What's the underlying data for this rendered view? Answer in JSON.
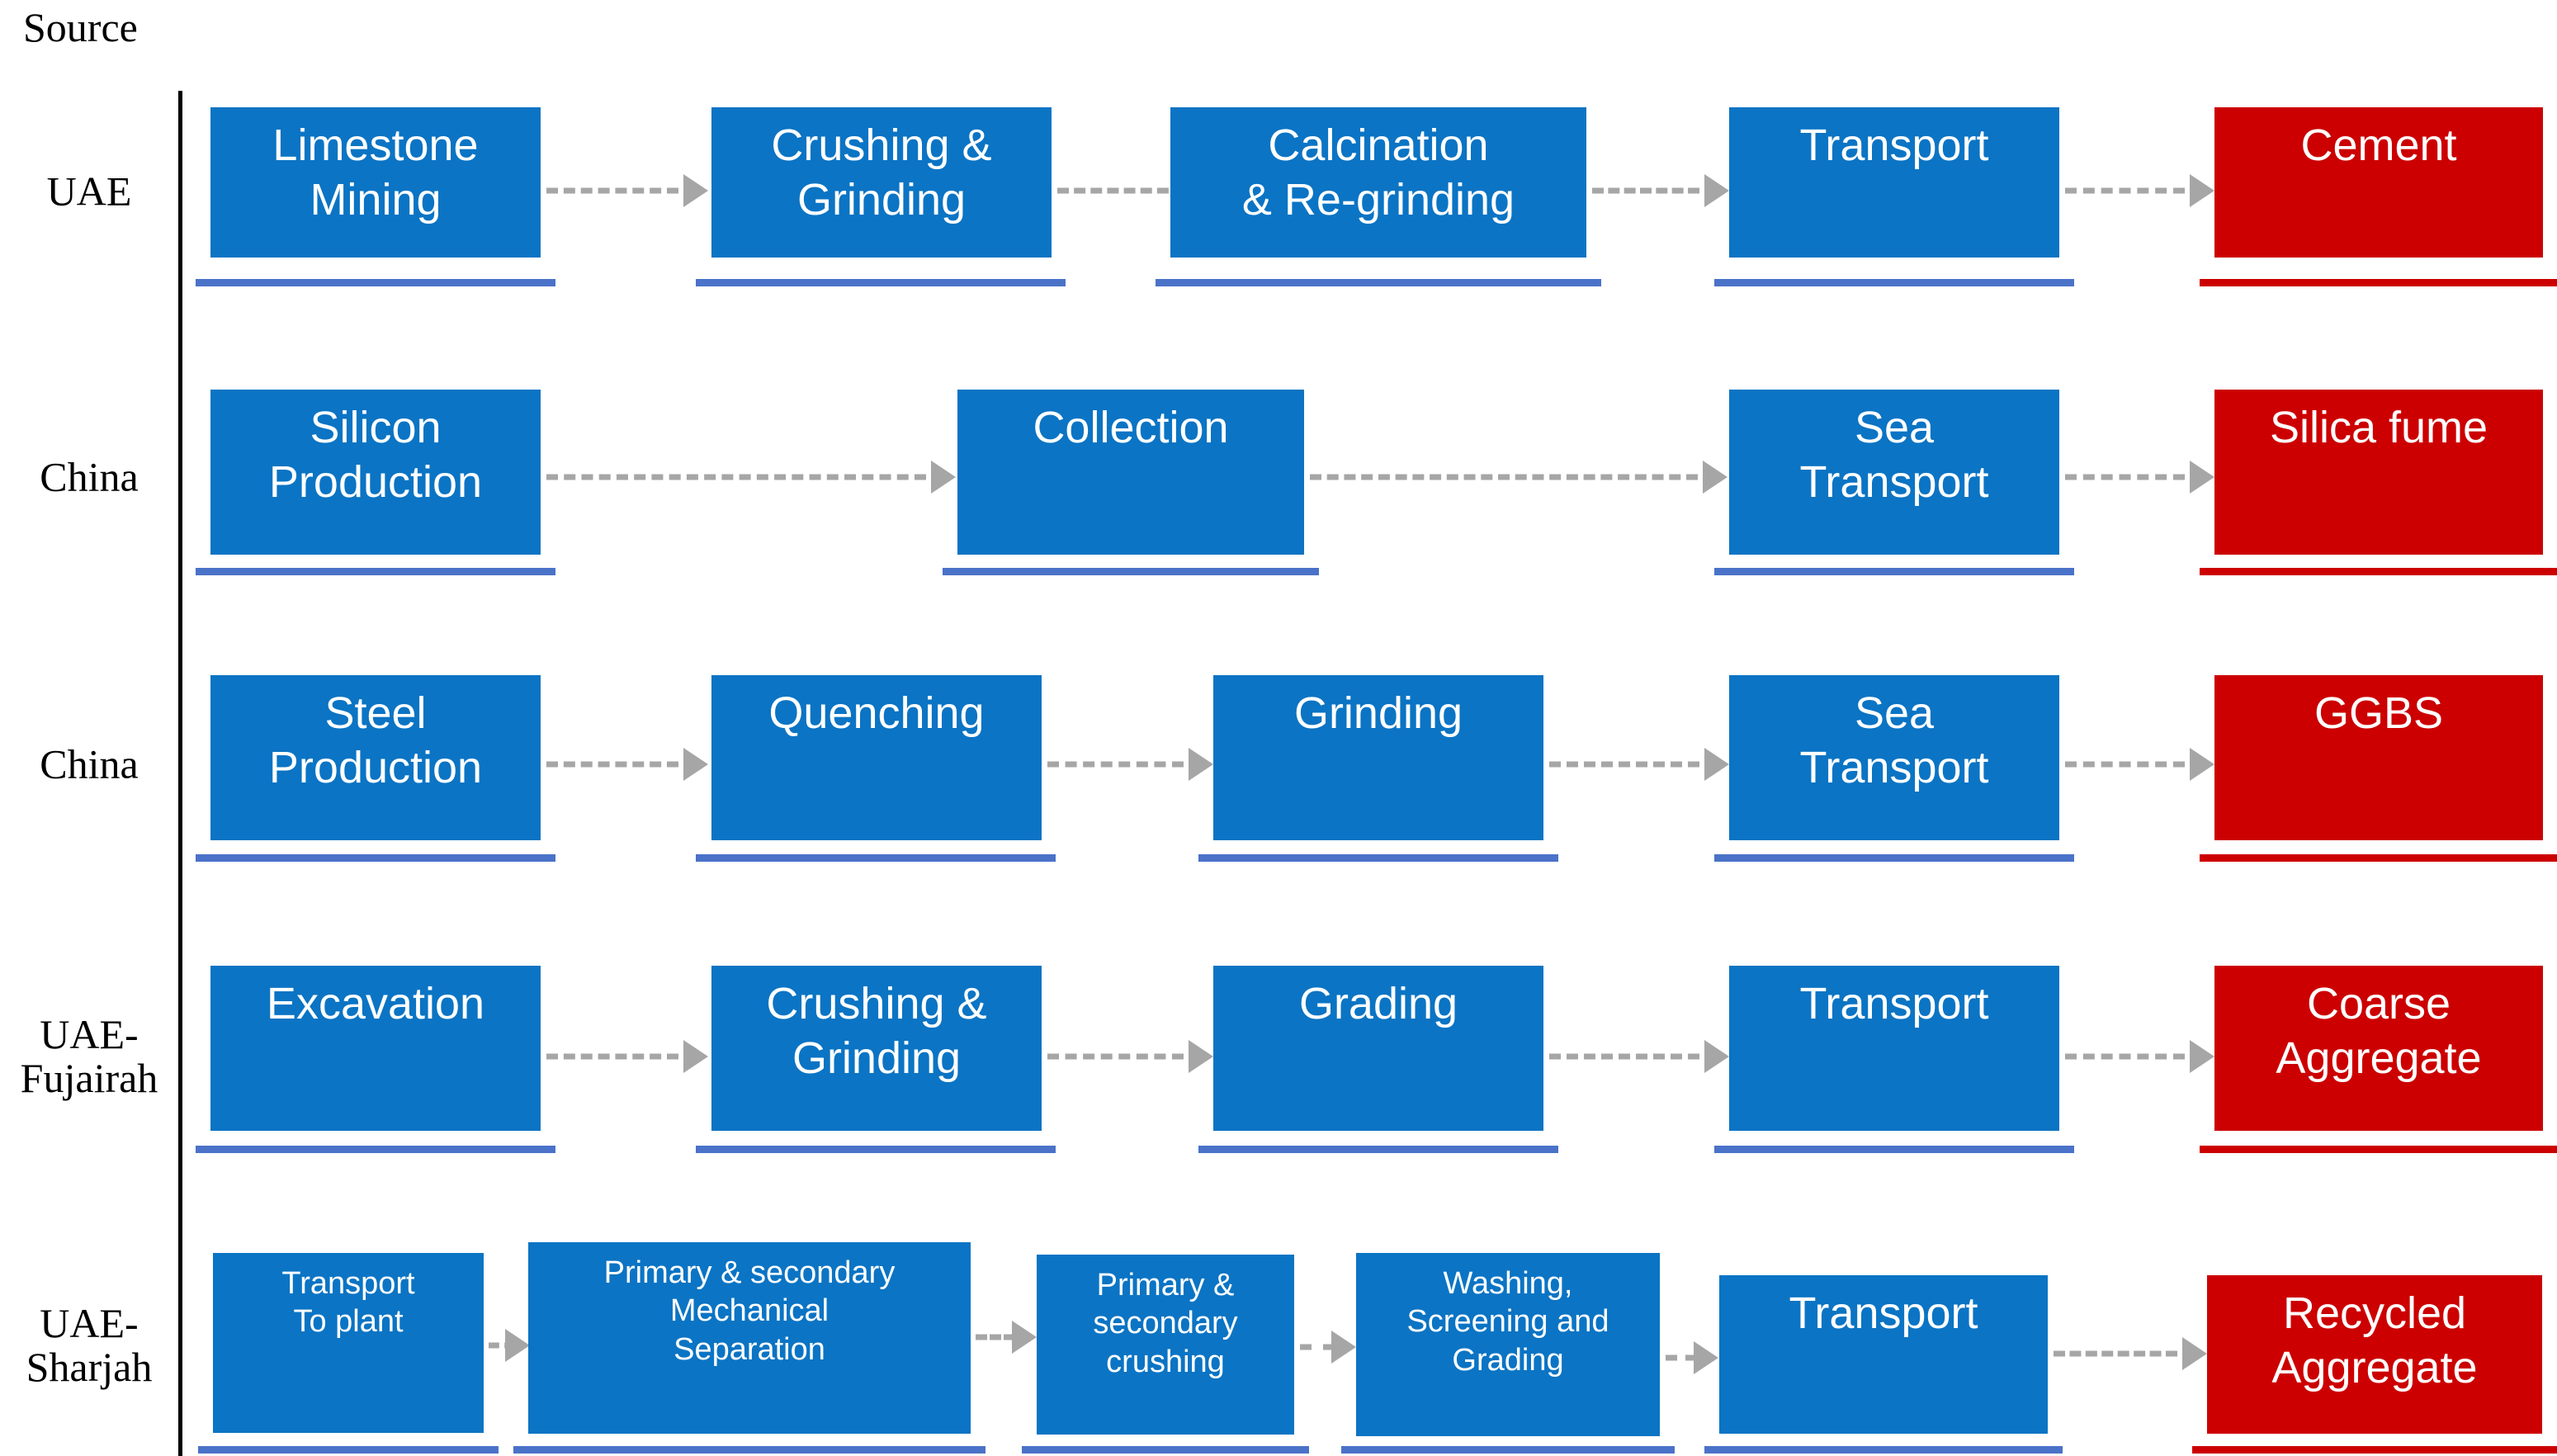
{
  "diagram": {
    "title": "Source",
    "colors": {
      "process_box": "#0B74C4",
      "product_box": "#CC0000",
      "process_underline": "#4A72C8",
      "product_underline": "#CC0000",
      "arrow": "#A6A6A6",
      "axis_line": "#000000",
      "label_text": "#000000",
      "box_text": "#FFFFFF"
    },
    "rows": [
      {
        "label": "UAE",
        "product": "Cement",
        "steps": [
          "Limestone\nMining",
          "Crushing &\nGrinding",
          "Calcination\n& Re-grinding",
          "Transport"
        ]
      },
      {
        "label": "China",
        "product": "Silica fume",
        "steps": [
          "Silicon\nProduction",
          "Collection",
          "Sea\nTransport"
        ]
      },
      {
        "label": "China",
        "product": "GGBS",
        "steps": [
          "Steel\nProduction",
          "Quenching",
          "Grinding",
          "Sea\nTransport"
        ]
      },
      {
        "label": "UAE-\nFujairah",
        "product": "Coarse\nAggregate",
        "steps": [
          "Excavation",
          "Crushing &\nGrinding",
          "Grading",
          "Transport"
        ]
      },
      {
        "label": "UAE-\nSharjah",
        "product": "Recycled\nAggregate",
        "steps": [
          "Transport\nTo plant",
          "Primary & secondary\nMechanical\nSeparation",
          "Primary &\nsecondary\ncrushing",
          "Washing,\nScreening and\nGrading",
          "Transport"
        ]
      }
    ]
  }
}
